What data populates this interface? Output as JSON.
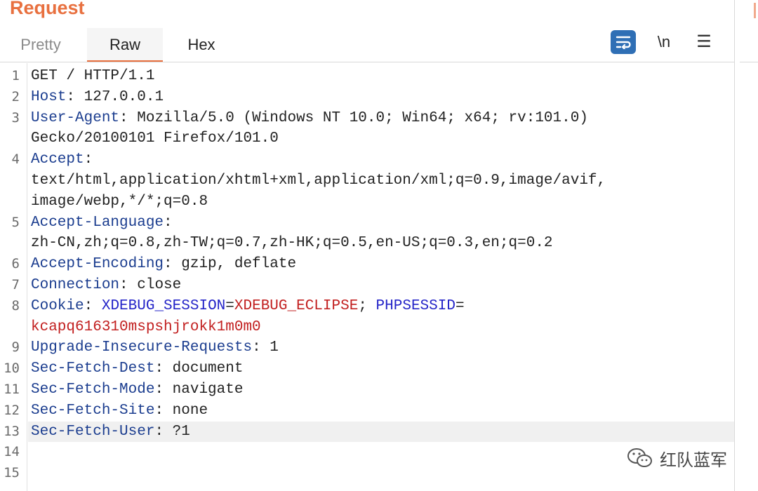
{
  "panel": {
    "title": "Request"
  },
  "tabs": [
    {
      "label": "Pretty"
    },
    {
      "label": "Raw"
    },
    {
      "label": "Hex"
    }
  ],
  "toolbar": {
    "newline_label": "\\n",
    "menu_glyph": "☰",
    "wrap_icon": "word-wrap-icon",
    "accent_color": "#e8703f",
    "wrap_color": "#2f6fb5"
  },
  "lines": [
    {
      "num": "1",
      "text": "GET / HTTP/1.1"
    },
    {
      "num": "2",
      "key": "Host",
      "value": " 127.0.0.1"
    },
    {
      "num": "3",
      "key": "User-Agent",
      "value": " Mozilla/5.0 (Windows NT 10.0; Win64; x64; rv:101.0)"
    },
    {
      "num": "",
      "text": "Gecko/20100101 Firefox/101.0"
    },
    {
      "num": "4",
      "key": "Accept",
      "value": ""
    },
    {
      "num": "",
      "text": "text/html,application/xhtml+xml,application/xml;q=0.9,image/avif,"
    },
    {
      "num": "",
      "text": "image/webp,*/*;q=0.8"
    },
    {
      "num": "5",
      "key": "Accept-Language",
      "value": ""
    },
    {
      "num": "",
      "text": "zh-CN,zh;q=0.8,zh-TW;q=0.7,zh-HK;q=0.5,en-US;q=0.3,en;q=0.2"
    },
    {
      "num": "6",
      "key": "Accept-Encoding",
      "value": " gzip, deflate"
    },
    {
      "num": "7",
      "key": "Connection",
      "value": " close"
    },
    {
      "num": "8",
      "key": "Cookie",
      "cookie": [
        {
          "name": "XDEBUG_SESSION",
          "value": "XDEBUG_ECLIPSE"
        },
        {
          "name": "PHPSESSID",
          "value": ""
        }
      ]
    },
    {
      "num": "",
      "cookie_value": "kcapq616310mspshjrokk1m0m0"
    },
    {
      "num": "9",
      "key": "Upgrade-Insecure-Requests",
      "value": " 1"
    },
    {
      "num": "10",
      "key": "Sec-Fetch-Dest",
      "value": " document"
    },
    {
      "num": "11",
      "key": "Sec-Fetch-Mode",
      "value": " navigate"
    },
    {
      "num": "12",
      "key": "Sec-Fetch-Site",
      "value": " none"
    },
    {
      "num": "13",
      "key": "Sec-Fetch-User",
      "value": " ?1",
      "highlight": true
    },
    {
      "num": "14",
      "text": ""
    },
    {
      "num": "15",
      "text": ""
    }
  ],
  "watermark": {
    "text": "红队蓝军",
    "icon": "wechat-icon"
  }
}
